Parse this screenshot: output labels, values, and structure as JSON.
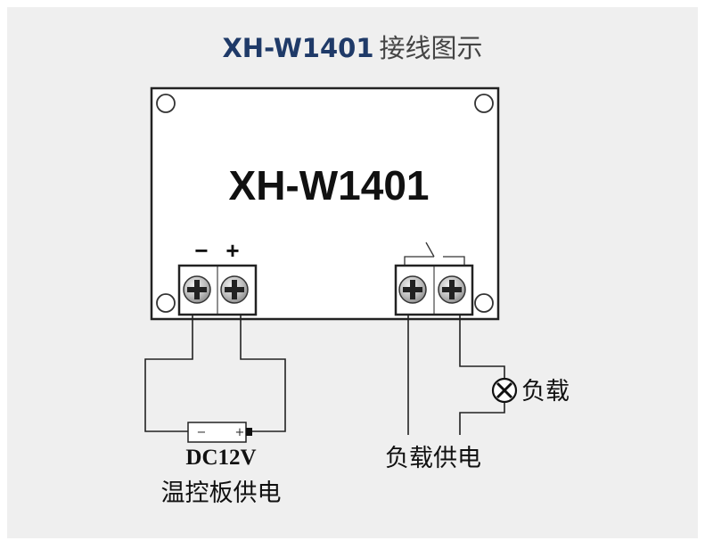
{
  "title": {
    "model": "XH-W1401",
    "subtitle": "接线图示"
  },
  "board": {
    "label": "XH-W1401",
    "minus_symbol": "−",
    "plus_symbol": "+"
  },
  "battery": {
    "minus_symbol": "−",
    "plus_symbol": "+"
  },
  "captions": {
    "voltage": "DC12V",
    "controller_power": "温控板供电",
    "load_power": "负载供电",
    "load": "负载"
  },
  "icons": {
    "load_symbol": "lamp-cross-icon",
    "screw": "screw-terminal-icon",
    "relay": "relay-switch-icon"
  },
  "colors": {
    "background": "#efefef",
    "title_model": "#1f3a68",
    "title_subtitle": "#444444",
    "board_fill": "#ffffff",
    "line": "#222222"
  }
}
